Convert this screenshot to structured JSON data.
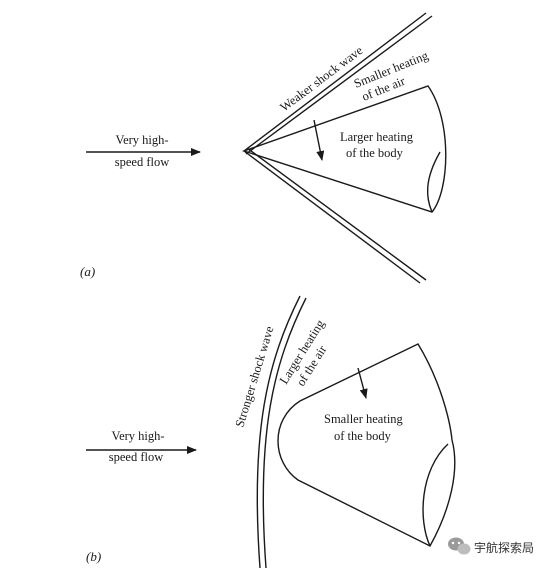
{
  "panel_a": {
    "label": "(a)",
    "flow_label_line1": "Very high-",
    "flow_label_line2": "speed flow",
    "shock_label": "Weaker shock wave",
    "air_heating_line1": "Smaller heating",
    "air_heating_line2": "of the air",
    "body_heating_line1": "Larger heating",
    "body_heating_line2": "of the body"
  },
  "panel_b": {
    "label": "(b)",
    "flow_label_line1": "Very high-",
    "flow_label_line2": "speed flow",
    "shock_label": "Stronger shock wave",
    "air_heating_line1": "Larger heating",
    "air_heating_line2": "of the air",
    "body_heating_line1": "Smaller heating",
    "body_heating_line2": "of the body"
  },
  "watermark": {
    "text": "宇航探索局",
    "icon": "wechat-icon"
  },
  "colors": {
    "ink": "#1a1a1a",
    "background": "#ffffff"
  }
}
